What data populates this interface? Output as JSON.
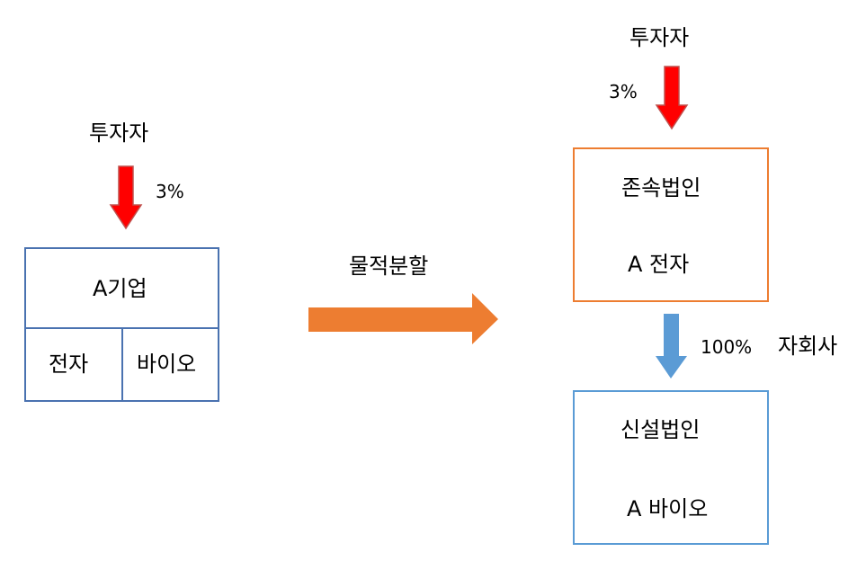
{
  "left": {
    "investor_label": "투자자",
    "investor_pct": "3%",
    "company_label": "A기업",
    "division_1": "전자",
    "division_2": "바이오"
  },
  "middle": {
    "process_label": "물적분할"
  },
  "right": {
    "investor_label": "투자자",
    "investor_pct": "3%",
    "existing_title": "존속법인",
    "existing_name": "A 전자",
    "ownership_pct": "100%",
    "subsidiary_label": "자회사",
    "new_title": "신설법인",
    "new_name": "A 바이오"
  },
  "colors": {
    "investor_arrow": "#ff0000",
    "investor_arrow_border": "#c0504d",
    "split_arrow": "#ed7d31",
    "company_box_border": "#4a72b0",
    "existing_box_border": "#ed7d31",
    "new_box_border": "#5a9bd5",
    "ownership_arrow": "#5b9bd5"
  }
}
